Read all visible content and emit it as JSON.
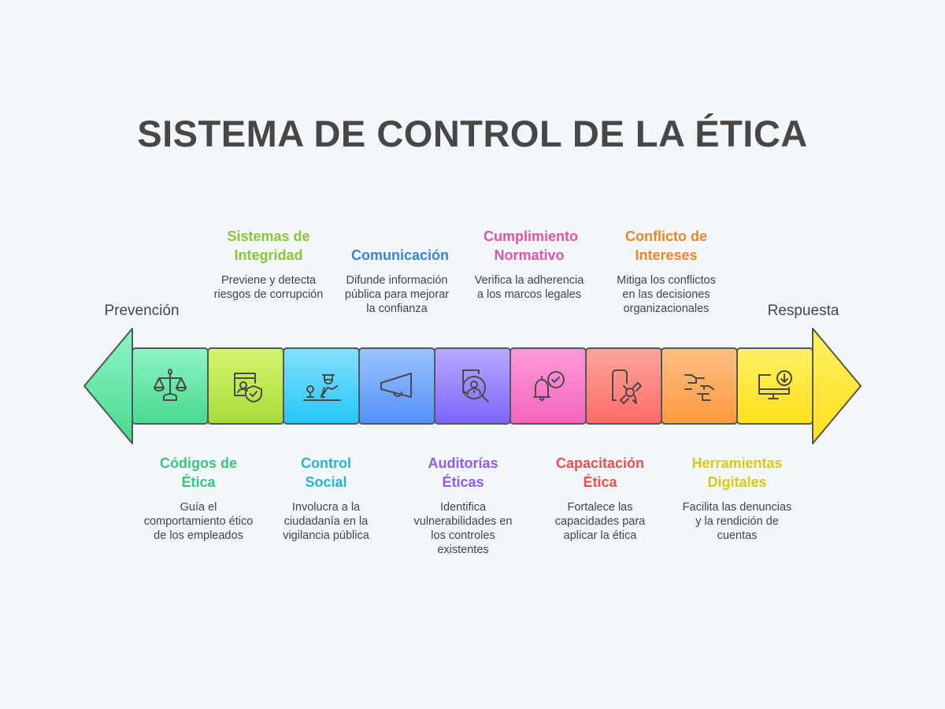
{
  "title": "SISTEMA DE CONTROL DE LA ÉTICA",
  "start_label": "Prevención",
  "end_label": "Respuesta",
  "stages": [
    {
      "title": "Códigos de Ética",
      "desc": "Guía el comportamiento ético de los empleados",
      "icon": "scales-icon",
      "color": "#3cc47f",
      "position": "bottom",
      "grad": [
        "#8ef5c4",
        "#48d98f"
      ]
    },
    {
      "title": "Sistemas de Integridad",
      "desc": "Previene y detecta riesgos de corrupción",
      "icon": "shield-user-icon",
      "color": "#8cc43c",
      "position": "top",
      "grad": [
        "#d4f56e",
        "#a9dc3a"
      ]
    },
    {
      "title": "Control Social",
      "desc": "Involucra a la ciudadanía en la vigilancia pública",
      "icon": "citizen-officer-icon",
      "color": "#27b3d8",
      "position": "bottom",
      "grad": [
        "#84e1ff",
        "#25c6f7"
      ]
    },
    {
      "title": "Comunicación",
      "desc": "Difunde información pública para mejorar la confianza",
      "icon": "megaphone-icon",
      "color": "#3b82e0",
      "position": "top",
      "grad": [
        "#9cc3ff",
        "#5391fb"
      ]
    },
    {
      "title": "Auditorías Éticas",
      "desc": "Identifica vulnerabilidades en los controles existentes",
      "icon": "audit-search-icon",
      "color": "#8b5cf6",
      "position": "bottom",
      "grad": [
        "#b9a9ff",
        "#7e64fa"
      ]
    },
    {
      "title": "Cumplimiento Normativo",
      "desc": "Verifica la adherencia a los marcos legales",
      "icon": "bell-check-icon",
      "color": "#e055a8",
      "position": "top",
      "grad": [
        "#ff9ad8",
        "#f465be"
      ]
    },
    {
      "title": "Capacitación Ética",
      "desc": "Fortalece las capacidades para aplicar la ética",
      "icon": "certificate-icon",
      "color": "#ea5050",
      "position": "bottom",
      "grad": [
        "#ffa69a",
        "#fd6b66"
      ]
    },
    {
      "title": "Conflicto de Intereses",
      "desc": "Mitiga los conflictos en las decisiones organizacionales",
      "icon": "hands-conflict-icon",
      "color": "#e8872c",
      "position": "top",
      "grad": [
        "#ffc083",
        "#fd9a3f"
      ]
    },
    {
      "title": "Herramientas Digitales",
      "desc": "Facilita las denuncias y la rendición de cuentas",
      "icon": "computer-download-icon",
      "color": "#dcc81c",
      "position": "bottom",
      "grad": [
        "#fff064",
        "#ffe11c"
      ]
    }
  ]
}
